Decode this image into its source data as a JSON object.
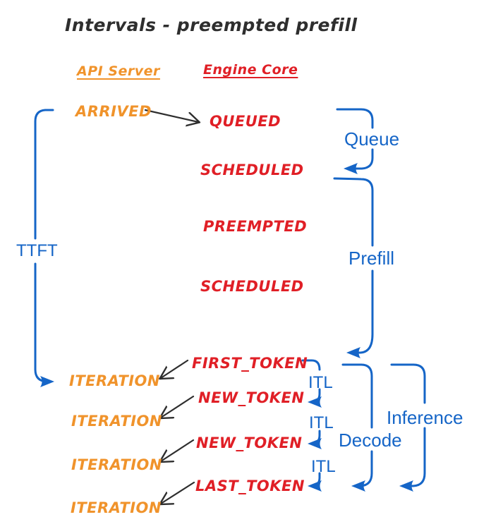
{
  "title": "Intervals - preempted prefill",
  "colors": {
    "orange": "#F0932B",
    "red": "#E01F26",
    "blue": "#1565C7",
    "ink": "#2E2E2E",
    "background": "#FFFFFF"
  },
  "columns": {
    "api_server": "API Server",
    "engine_core": "Engine Core"
  },
  "events": {
    "arrived": "ARRIVED",
    "queued": "QUEUED",
    "scheduled_1": "SCHEDULED",
    "preempted": "PREEMPTED",
    "scheduled_2": "SCHEDULED",
    "first_token": "FIRST_TOKEN",
    "new_token_1": "NEW_TOKEN",
    "new_token_2": "NEW_TOKEN",
    "last_token": "LAST_TOKEN",
    "iteration_1": "ITERATION",
    "iteration_2": "ITERATION",
    "iteration_3": "ITERATION",
    "iteration_4": "ITERATION"
  },
  "intervals": {
    "ttft": "TTFT",
    "queue": "Queue",
    "prefill": "Prefill",
    "itl_1": "ITL",
    "itl_2": "ITL",
    "itl_3": "ITL",
    "decode": "Decode",
    "inference": "Inference"
  }
}
